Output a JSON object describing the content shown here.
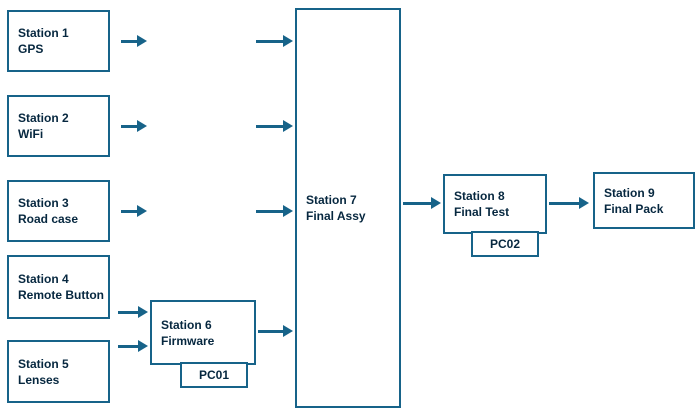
{
  "colors": {
    "box_border": "#176389",
    "text_color": "#06273f",
    "arrow_color": "#176389",
    "bg_color": "#ffffff"
  },
  "stations": {
    "s1": {
      "line1": "Station 1",
      "line2": "GPS"
    },
    "s2": {
      "line1": "Station 2",
      "line2": "WiFi"
    },
    "s3": {
      "line1": "Station 3",
      "line2": "Road case"
    },
    "s4": {
      "line1": "Station 4",
      "line2": "Remote Button"
    },
    "s5": {
      "line1": "Station 5",
      "line2": "Lenses"
    },
    "s6": {
      "line1": "Station 6",
      "line2": "Firmware",
      "pc": "PC01"
    },
    "s7": {
      "line1": "Station 7",
      "line2": "Final Assy"
    },
    "s8": {
      "line1": "Station 8",
      "line2": "Final Test",
      "pc": "PC02"
    },
    "s9": {
      "line1": "Station 9",
      "line2": "Final Pack"
    }
  },
  "flow": {
    "edges": [
      "Station 1 -> Station 7",
      "Station 2 -> Station 7",
      "Station 3 -> Station 7",
      "Station 4 -> Station 6",
      "Station 5 -> Station 6",
      "Station 6 -> Station 7",
      "Station 7 -> Station 8",
      "Station 8 -> Station 9"
    ]
  }
}
